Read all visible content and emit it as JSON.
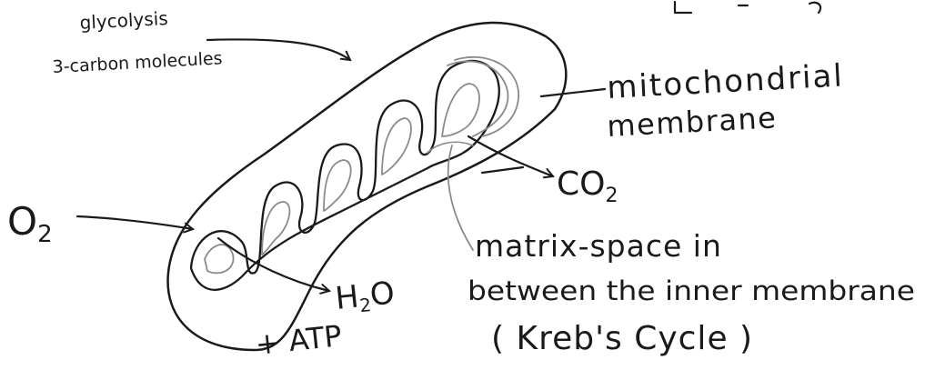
{
  "labels": {
    "glycolysis": "glycolysis",
    "carbon": "3-carbon molecules",
    "mito_line1": "mitochondrial",
    "mito_line2": "membrane",
    "co2_main": "CO",
    "co2_sub": "2",
    "o2_main": "O",
    "o2_sub": "2",
    "h2o_main": "H",
    "h2o_sub": "2",
    "h2o_end": "O",
    "atp": "+ ATP",
    "matrix_line1": "matrix-space in",
    "matrix_line2": "between the inner membrane",
    "krebs": "( Kreb's Cycle )",
    "top_fragment": "L"
  },
  "colors": {
    "ink": "#1a1a1a",
    "inner_grey": "#8a8a8a"
  }
}
